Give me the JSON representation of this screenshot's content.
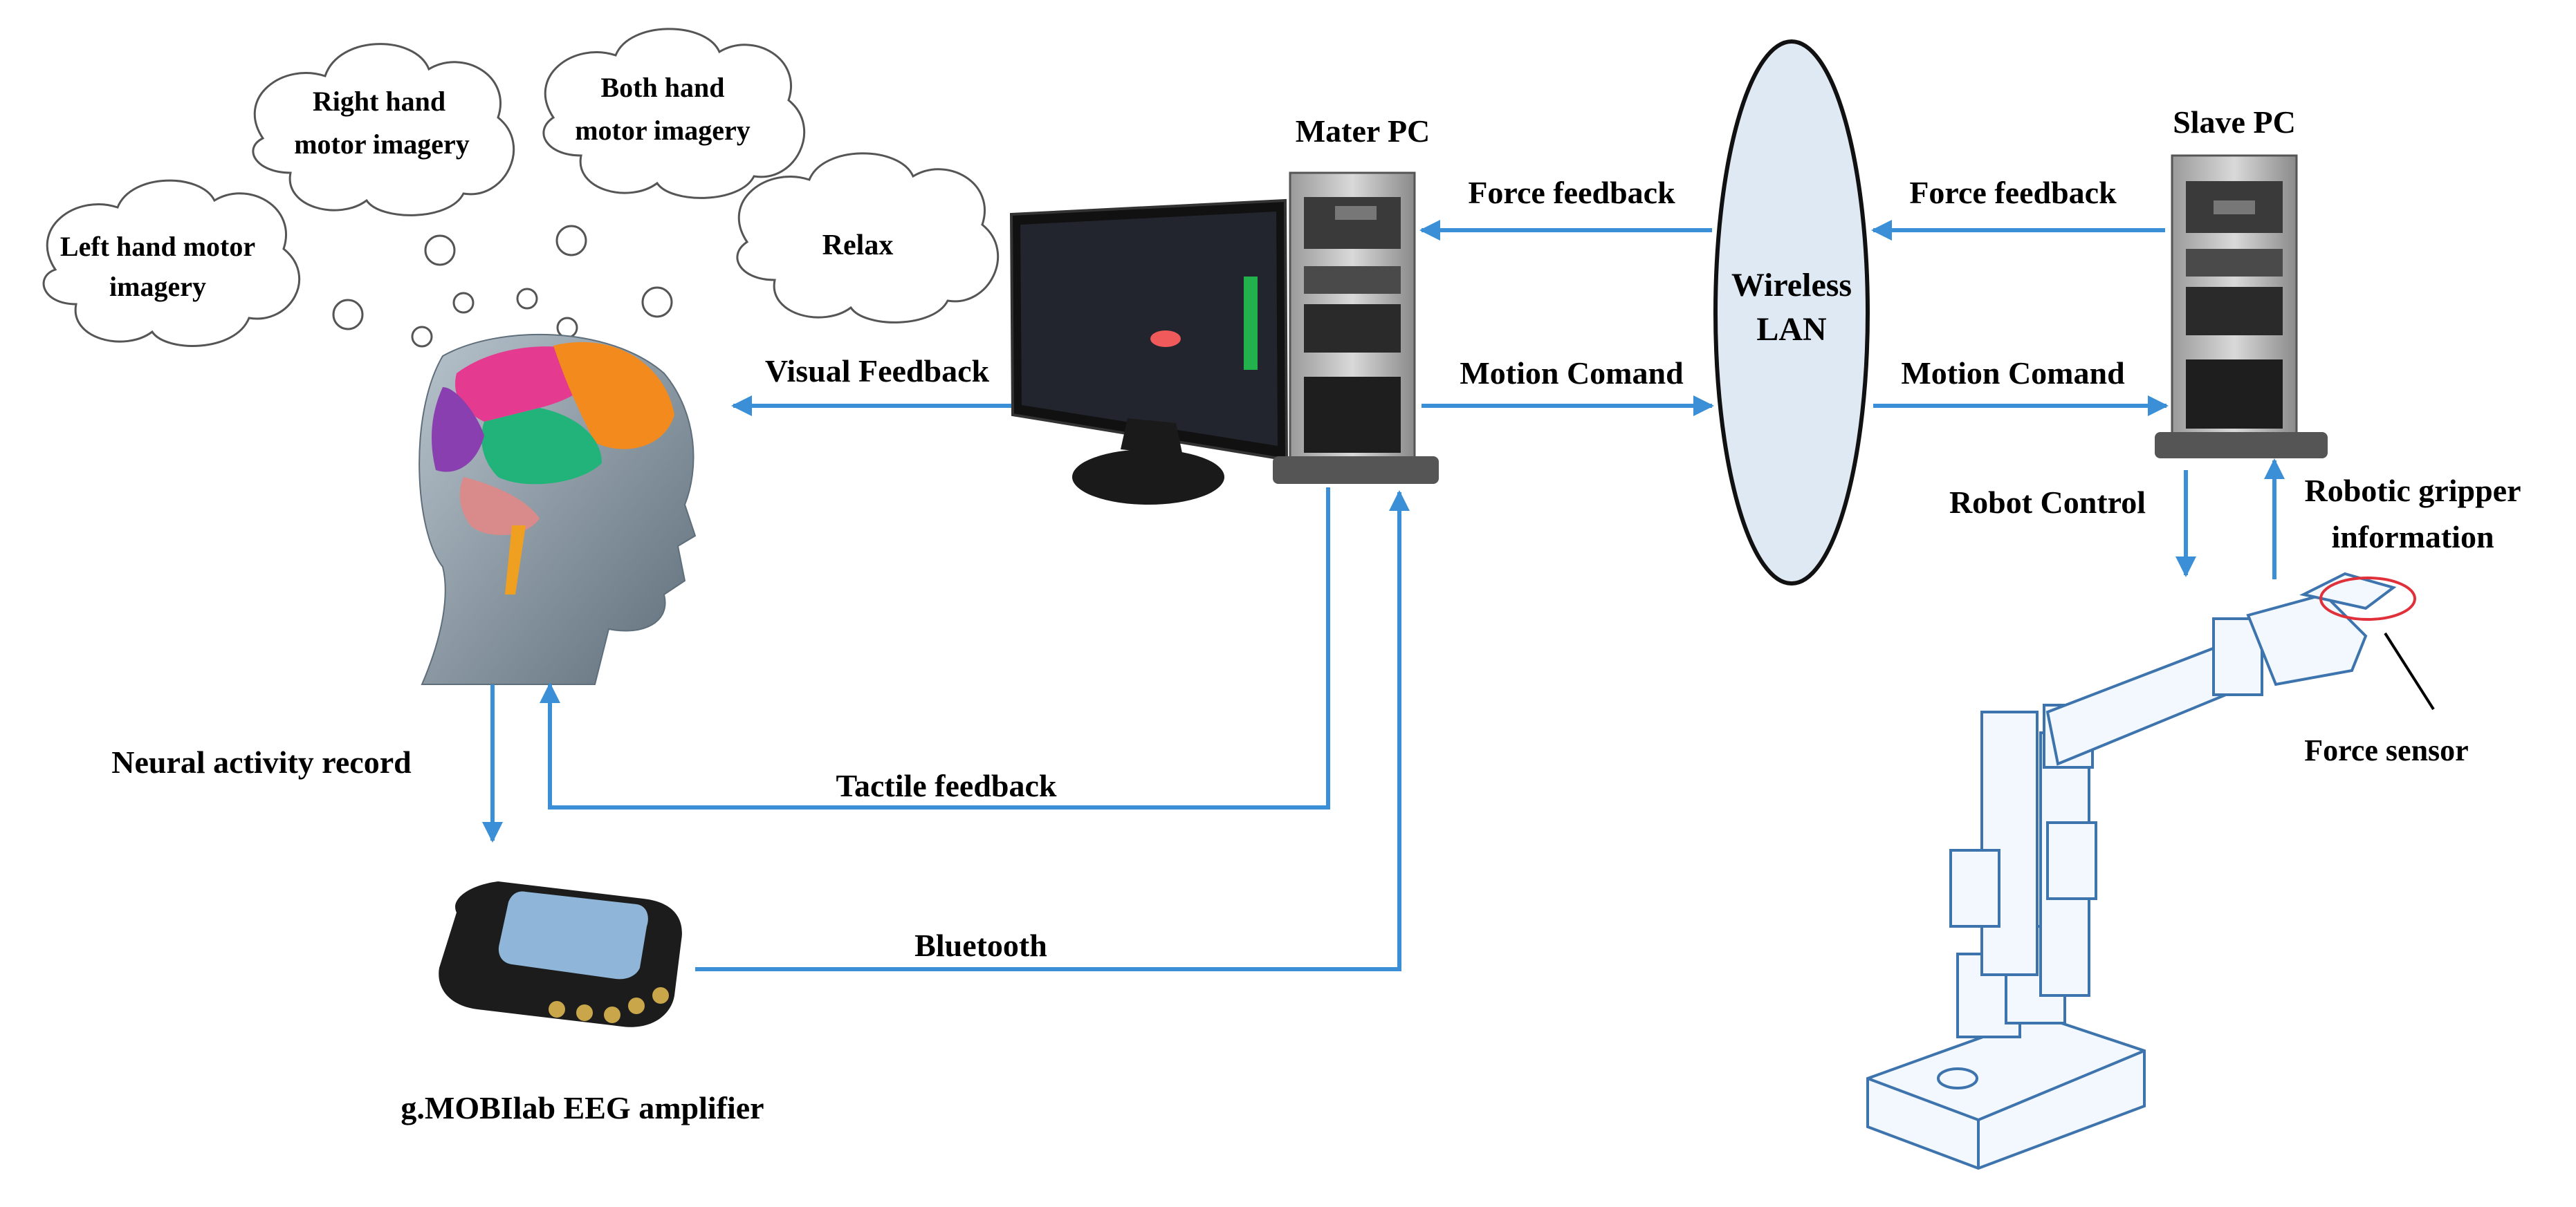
{
  "colors": {
    "arrow": "#3b8fd6",
    "cloud_stroke": "#555555",
    "lan_fill": "#dfe9f4",
    "monitor_screen": "#22252e",
    "brain_orange": "#f28a1e",
    "brain_green": "#22b37a",
    "brain_magenta": "#e43a8f",
    "brain_purple": "#8a3fb0",
    "head_gray": "#8a99a6",
    "screen_dot": "#f05a5a",
    "screen_bar": "#22b14c",
    "sensor_ring": "#e0303a"
  },
  "thoughts": {
    "left_hand": [
      "Left hand motor",
      "imagery"
    ],
    "right_hand": [
      "Right hand",
      "motor imagery"
    ],
    "both_hand": [
      "Both hand",
      "motor imagery"
    ],
    "relax": [
      "Relax"
    ]
  },
  "nodes": {
    "master_pc": "Mater PC",
    "slave_pc": "Slave PC",
    "wireless_lan": [
      "Wireless",
      "LAN"
    ],
    "eeg_amplifier": "g.MOBIlab EEG amplifier",
    "force_sensor": "Force sensor"
  },
  "links": {
    "force_feedback_left": "Force feedback",
    "force_feedback_right": "Force feedback",
    "motion_command_left": "Motion Comand",
    "motion_command_right": "Motion Comand",
    "visual_feedback": "Visual Feedback",
    "tactile_feedback": "Tactile feedback",
    "bluetooth": "Bluetooth",
    "neural_activity": "Neural activity record",
    "robot_control": "Robot Control",
    "gripper_info": [
      "Robotic gripper",
      "information"
    ]
  }
}
